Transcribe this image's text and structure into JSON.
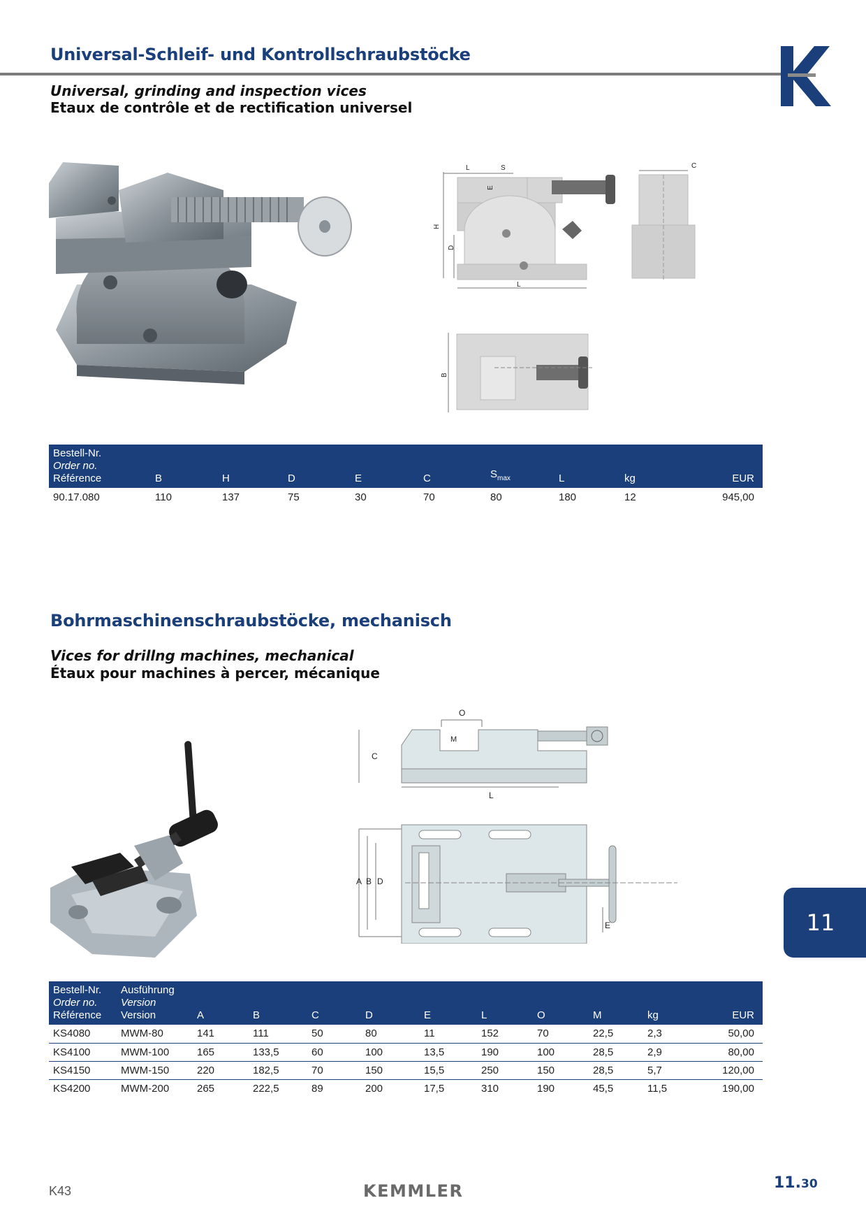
{
  "header": {
    "title": "Universal-Schleif- und Kontrollschraubstöcke",
    "subtitle_en": "Universal, grinding and inspection vices",
    "subtitle_fr": "Etaux de contrôle et de rectification universel",
    "logo_letter": "K"
  },
  "section1": {
    "diagram_labels": {
      "L": "L",
      "S": "S",
      "E": "E",
      "H": "H",
      "D": "D",
      "C": "C",
      "B": "B"
    },
    "table": {
      "head_line1": "Bestell-Nr.",
      "head_line2": "Order no.",
      "head_line3": "Référence",
      "columns": [
        "B",
        "H",
        "D",
        "E",
        "C",
        "S",
        "L",
        "kg",
        "EUR"
      ],
      "s_sub": "max",
      "rows": [
        [
          "90.17.080",
          "110",
          "137",
          "75",
          "30",
          "70",
          "80",
          "180",
          "12",
          "945,00"
        ]
      ]
    }
  },
  "section2": {
    "title": "Bohrmaschinenschraubstöcke, mechanisch",
    "subtitle_en": "Vices for drillng machines, mechanical",
    "subtitle_fr": "Étaux pour machines à percer, mécanique",
    "diagram_labels": {
      "O": "O",
      "M": "M",
      "C": "C",
      "L": "L",
      "A": "A",
      "B": "B",
      "D": "D",
      "E": "E"
    },
    "table": {
      "head_line1": "Bestell-Nr.",
      "head_line2": "Order no.",
      "head_line3": "Référence",
      "ver_line1": "Ausführung",
      "ver_line2": "Version",
      "ver_line3": "Version",
      "columns": [
        "A",
        "B",
        "C",
        "D",
        "E",
        "L",
        "O",
        "M",
        "kg",
        "EUR"
      ],
      "rows": [
        [
          "KS4080",
          "MWM-80",
          "141",
          "111",
          "50",
          "80",
          "11",
          "152",
          "70",
          "22,5",
          "2,3",
          "50,00"
        ],
        [
          "KS4100",
          "MWM-100",
          "165",
          "133,5",
          "60",
          "100",
          "13,5",
          "190",
          "100",
          "28,5",
          "2,9",
          "80,00"
        ],
        [
          "KS4150",
          "MWM-150",
          "220",
          "182,5",
          "70",
          "150",
          "15,5",
          "250",
          "150",
          "28,5",
          "5,7",
          "120,00"
        ],
        [
          "KS4200",
          "MWM-200",
          "265",
          "222,5",
          "89",
          "200",
          "17,5",
          "310",
          "190",
          "45,5",
          "11,5",
          "190,00"
        ]
      ]
    }
  },
  "tab": {
    "chapter": "11"
  },
  "footer": {
    "left_code": "K43",
    "brand": "KEMMLER",
    "page_major": "11.",
    "page_minor": "30"
  },
  "colors": {
    "brand_blue": "#1b3f7a",
    "rule_gray": "#7c7c7c"
  }
}
